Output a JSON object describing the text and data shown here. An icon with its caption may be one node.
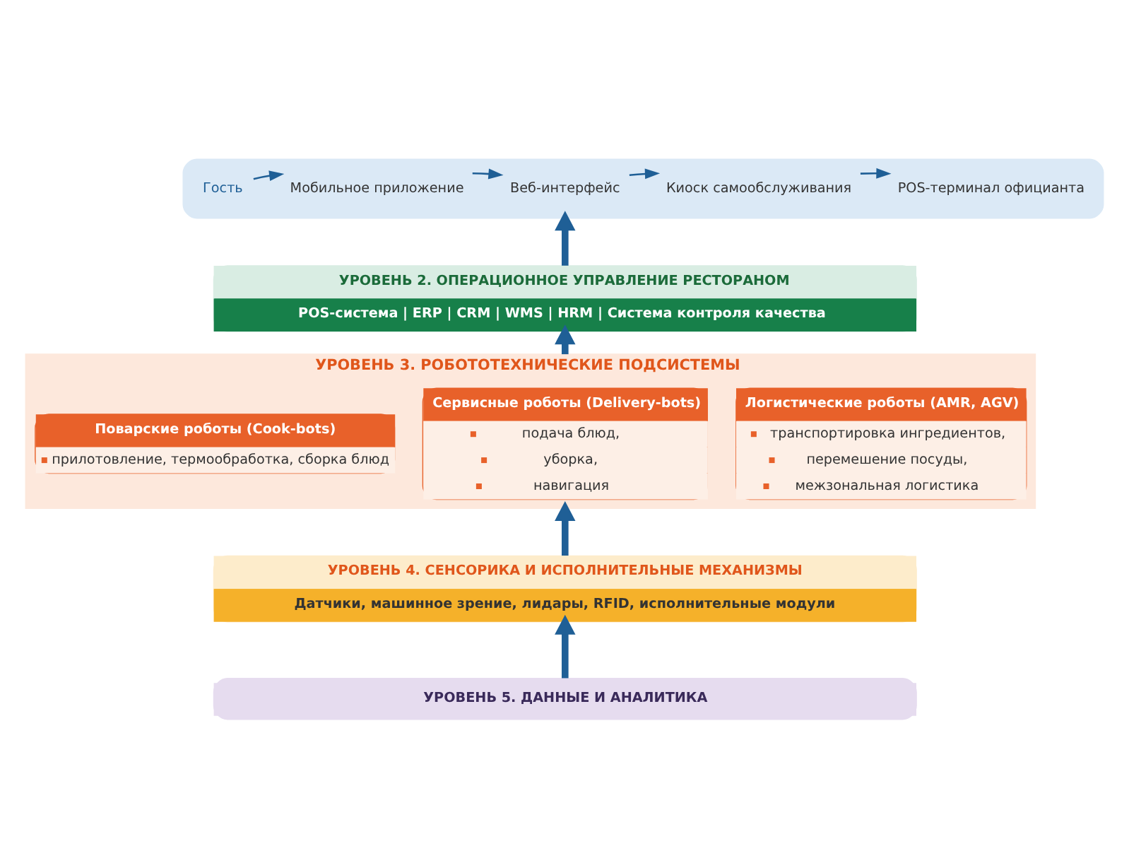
{
  "diagram": {
    "nodes": [
      {
        "text": [],
        "shape": "box"
      },
      {
        "text": [
          "Гость"
        ],
        "in": 0
      },
      {
        "text": [
          "Мобильное приложение"
        ],
        "in": 0
      },
      {
        "text": [
          "Веб-интерфейс"
        ],
        "in": 0
      },
      {
        "text": [
          "Киоск самообслуживания"
        ],
        "in": 0
      },
      {
        "text": [
          "POS-терминал официанта"
        ],
        "in": 0
      },
      {
        "text": [
          "УРОВЕНЬ 2. ОПЕРАЦИОННОЕ УПРАВЛЕНИЕ РЕСТОРАНОМ",
          "POS-система | ERP | CRM | WMS | HRM | Система контроля качества"
        ]
      },
      {
        "text": [
          "УРОВЕНЬ 3. РОБОТОТЕХНИЧЕСКИЕ ПОДСИСТЕМЫ"
        ]
      },
      {
        "text": [
          "Поварские роботы (Cook-bots)",
          "прилотовление, термообработка, сборка блюд"
        ],
        "in": 7
      },
      {
        "text": [
          "Сервисные роботы (Delivery-bots)",
          "подача блюд,",
          "уборка,",
          "навигация"
        ],
        "in": 7
      },
      {
        "text": [
          "Логистические роботы (AMR, AGV)",
          "транспортировка ингредиентов,",
          "перемешение посуды,",
          "межзональная логистика"
        ],
        "in": 7
      },
      {
        "text": [
          "УРОВЕНЬ 4. СЕНСОРИКА И ИСПОЛНИТЕЛЬНЫЕ МЕХАНИЗМЫ",
          "Датчики, машинное зрение, лидары, RFID, исполнительные модули"
        ]
      },
      {
        "text": [
          "УРОВЕНЬ 5. ДАННЫЕ И АНАЛИТИКА"
        ]
      }
    ],
    "edges": [
      {
        "from": 1,
        "to": 2,
        "arrow": "to"
      },
      {
        "from": 2,
        "to": 3,
        "arrow": "to"
      },
      {
        "from": 3,
        "to": 4,
        "arrow": "to"
      },
      {
        "from": 4,
        "to": 5,
        "arrow": "to"
      },
      {
        "from": 6,
        "to": 0,
        "arrow": "to",
        "style": "thick"
      },
      {
        "from": 7,
        "to": 6,
        "arrow": "to",
        "style": "thick"
      },
      {
        "from": 11,
        "to": 7,
        "arrow": "to",
        "style": "thick"
      },
      {
        "from": 12,
        "to": 11,
        "arrow": "to",
        "style": "thick"
      }
    ]
  }
}
